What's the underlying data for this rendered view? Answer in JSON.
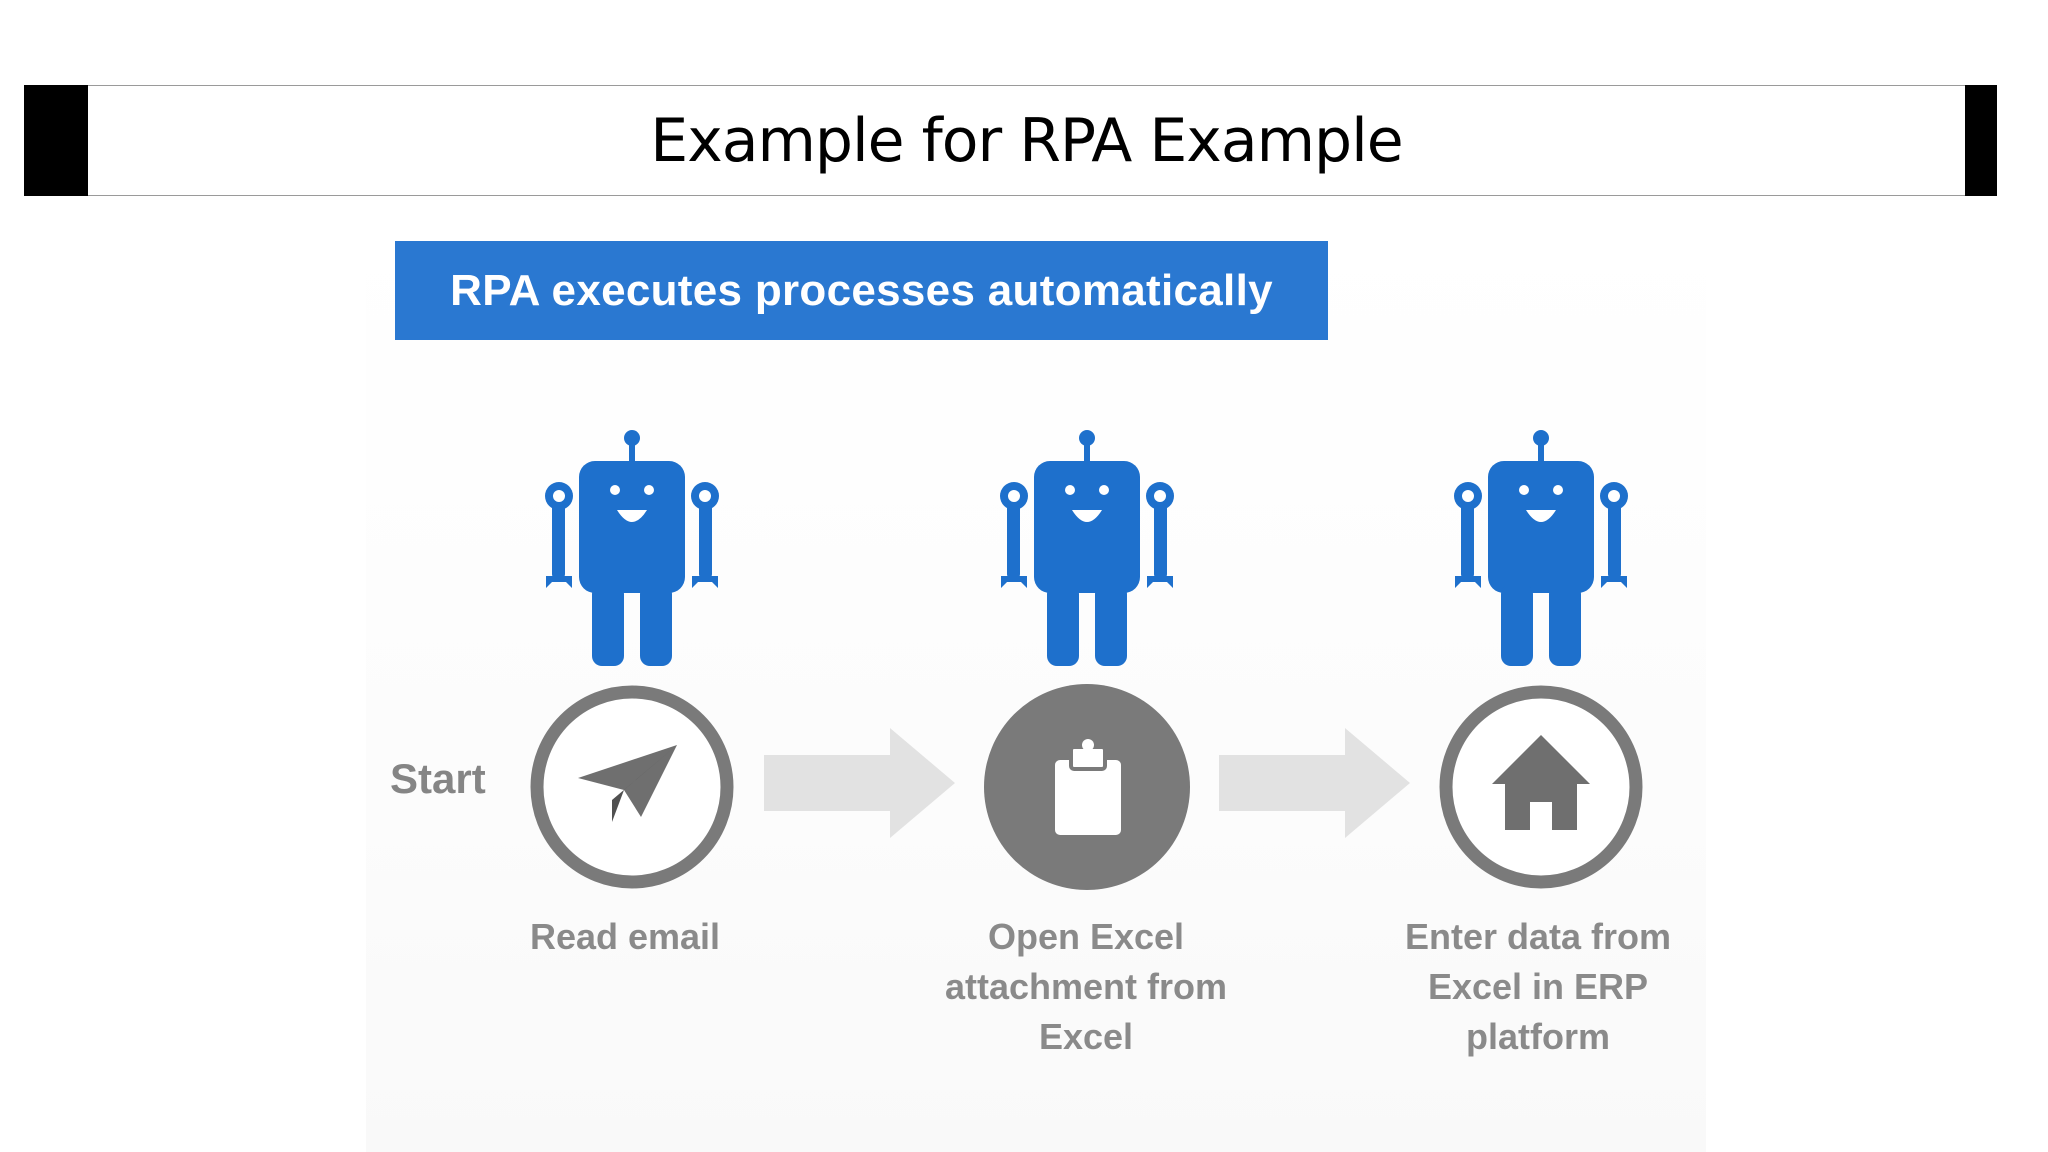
{
  "slide": {
    "title": "Example for RPA Example"
  },
  "figure": {
    "banner": "RPA executes processes automatically",
    "start_label": "Start",
    "steps": [
      {
        "label": "Read email",
        "icon": "paper-plane-icon",
        "style": "outline"
      },
      {
        "label": "Open Excel attachment from Excel",
        "icon": "clipboard-icon",
        "style": "filled"
      },
      {
        "label": "Enter data from Excel in ERP platform",
        "icon": "home-icon",
        "style": "outline"
      }
    ]
  },
  "colors": {
    "robot": "#1e70cc",
    "banner": "#2a78d1",
    "circle": "#7a7a7a",
    "arrow": "#e2e2e2",
    "label": "#8a8a8a"
  }
}
